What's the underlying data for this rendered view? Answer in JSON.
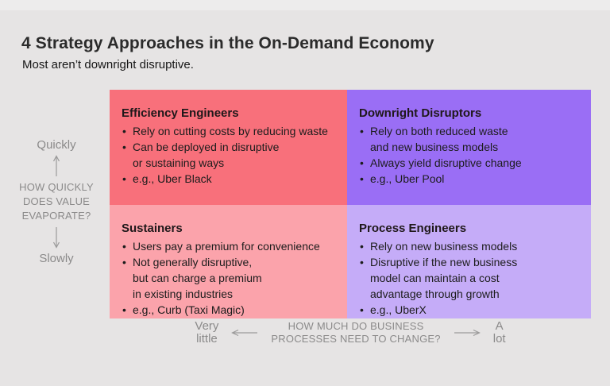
{
  "header": {
    "title": "4 Strategy Approaches in the On-Demand Economy",
    "subtitle": "Most aren’t downright disruptive."
  },
  "quadrants": [
    {
      "id": "efficiency-engineers",
      "title": "Efficiency Engineers",
      "bullets": [
        "Rely on cutting costs by reducing waste",
        "Can be deployed in disruptive\nor sustaining ways",
        "e.g., Uber Black"
      ]
    },
    {
      "id": "downright-disruptors",
      "title": "Downright Disruptors",
      "bullets": [
        "Rely on both reduced waste\nand new business models",
        "Always yield disruptive change",
        "e.g., Uber Pool"
      ]
    },
    {
      "id": "sustainers",
      "title": "Sustainers",
      "bullets": [
        "Users pay a premium for convenience",
        "Not generally disruptive,\nbut can charge a premium\nin existing industries",
        "e.g., Curb (Taxi Magic)"
      ]
    },
    {
      "id": "process-engineers",
      "title": "Process Engineers",
      "bullets": [
        "Rely on new business models",
        "Disruptive if the new business\nmodel can maintain a cost\nadvantage through growth",
        "e.g., UberX"
      ]
    }
  ],
  "y_axis": {
    "top_label": "Quickly",
    "question": "HOW QUICKLY\nDOES VALUE\nEVAPORATE?",
    "bottom_label": "Slowly"
  },
  "x_axis": {
    "left_label": "Very\nlittle",
    "question": "HOW MUCH DO BUSINESS\nPROCESSES NEED TO CHANGE?",
    "right_label": "A\nlot"
  },
  "bullet_glyph": "•",
  "colors": {
    "quadrant_top_left": "#f8707b",
    "quadrant_top_right": "#9a6ef5",
    "quadrant_bottom_left": "#fba3ab",
    "quadrant_bottom_right": "#c5acf8",
    "axis_text": "#8b8a8a",
    "title_text": "#2b2b2b",
    "background": "#e6e4e4"
  }
}
